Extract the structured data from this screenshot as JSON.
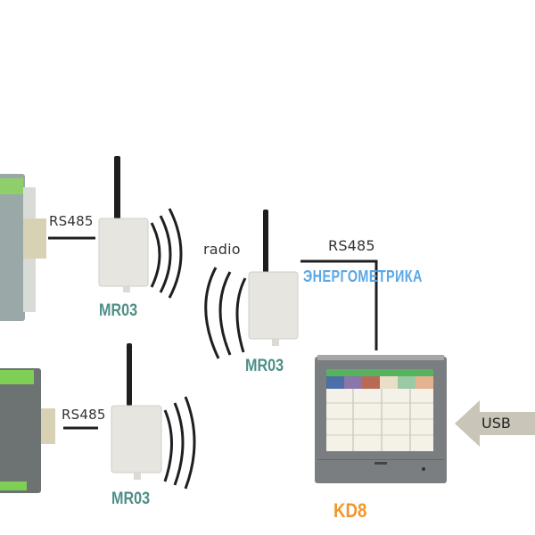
{
  "diagram": {
    "watermark": "ЭНЕРГОМЕТРИКА",
    "links": {
      "rs485_top": "RS485",
      "rs485_bottom": "RS485",
      "radio": "radio",
      "rs485_recorder": "RS485",
      "usb": "USB"
    },
    "devices": {
      "modem_top": "MR03",
      "modem_center": "MR03",
      "modem_bottom": "MR03",
      "recorder": "KD8"
    },
    "colors": {
      "modem_label": "#4e8f88",
      "recorder_label": "#f0962c",
      "wire": "#1f1f1f",
      "usb_arrow": "#c9c5b8"
    }
  }
}
